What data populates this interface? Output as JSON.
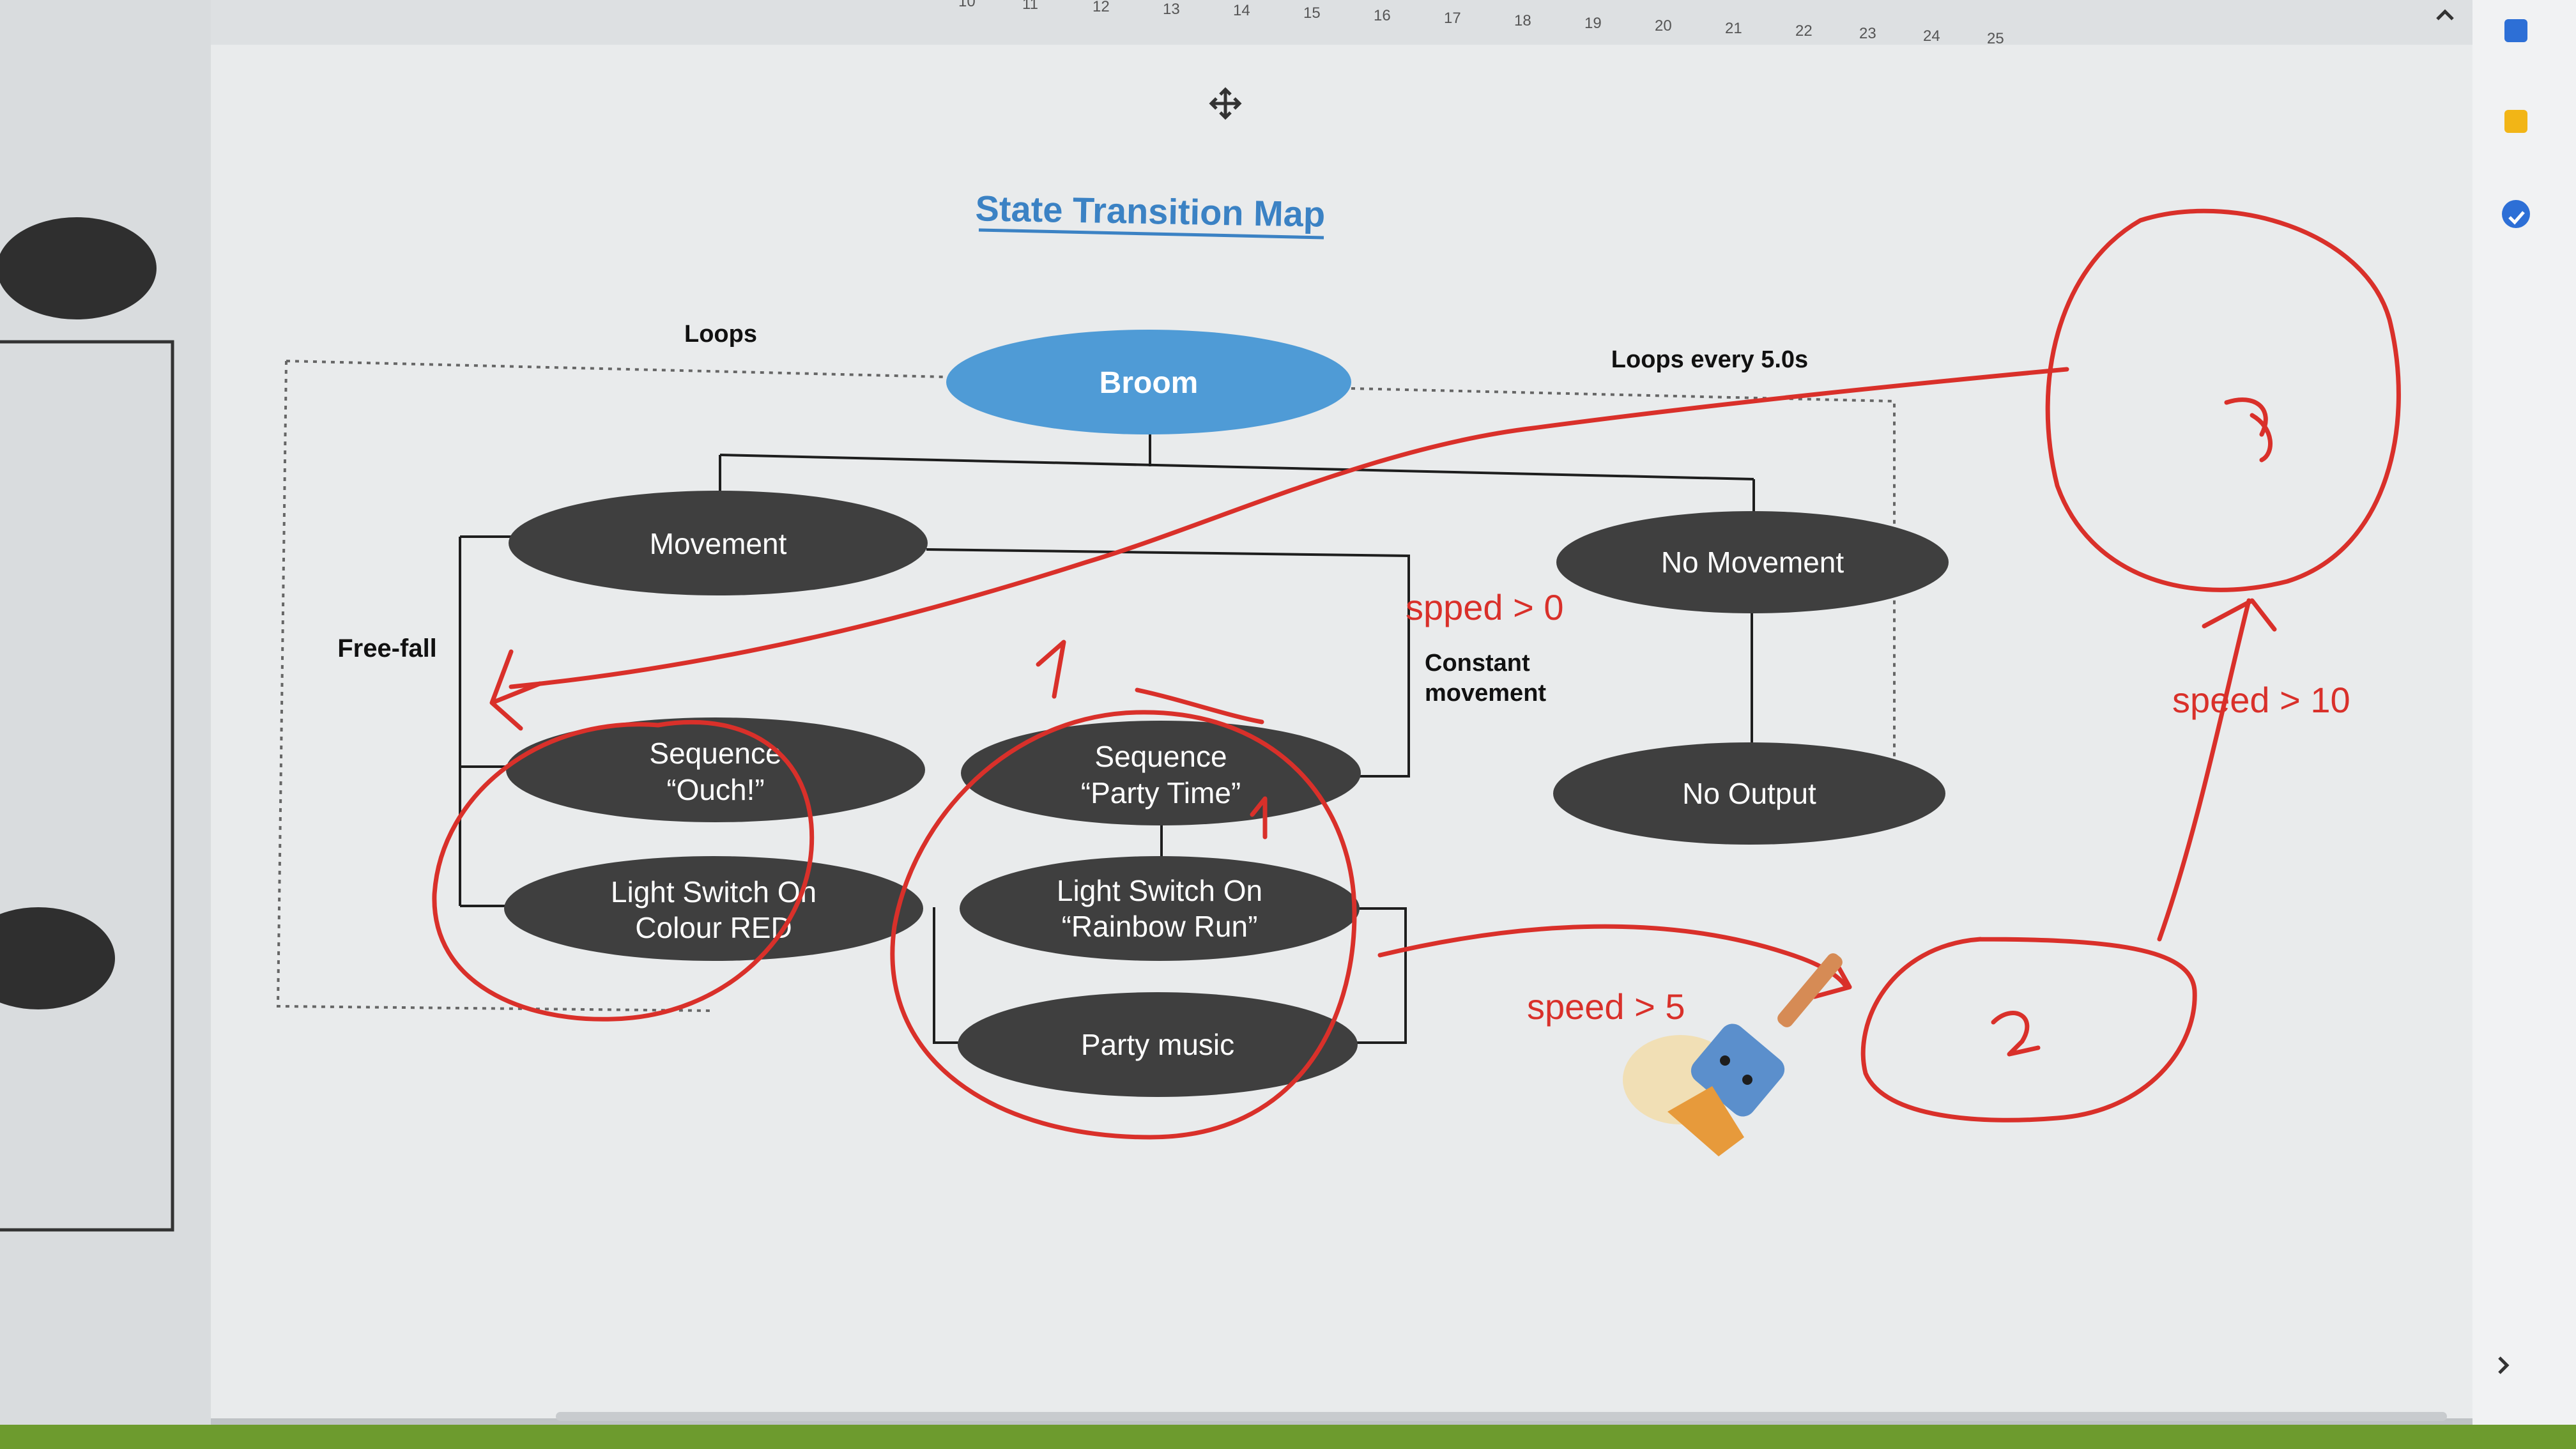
{
  "diagram": {
    "title": "State Transition Map",
    "nodes": {
      "root": "Broom",
      "movement": "Movement",
      "no_movement": "No Movement",
      "seq_ouch_line1": "Sequence",
      "seq_ouch_line2": "“Ouch!”",
      "light_red_line1": "Light Switch On",
      "light_red_line2": "Colour RED",
      "seq_party_line1": "Sequence",
      "seq_party_line2": "“Party Time”",
      "light_rainbow_line1": "Light Switch On",
      "light_rainbow_line2": "“Rainbow Run”",
      "party_music": "Party music",
      "no_output": "No Output"
    },
    "labels": {
      "loops": "Loops",
      "loops_every": "Loops every 5.0s",
      "free_fall": "Free-fall",
      "constant_line1": "Constant",
      "constant_line2": "movement"
    }
  },
  "annotations": {
    "speed_gt_0": "spped > 0",
    "speed_gt_5": "speed > 5",
    "speed_gt_10": "speed > 10",
    "state_1": "1",
    "state_2": "2",
    "state_3": "3"
  },
  "ruler": {
    "ticks": [
      "10",
      "11",
      "12",
      "13",
      "14",
      "15",
      "16",
      "17",
      "18",
      "19",
      "20",
      "21",
      "22",
      "23",
      "24",
      "25"
    ]
  },
  "colors": {
    "root_node": "#4f9bd6",
    "dark_node": "#3f3f3f",
    "ink": "#d9302a",
    "title": "#3b82c4"
  },
  "icons": [
    "move-cursor-icon",
    "calendar-icon",
    "keep-notes-icon",
    "tasks-icon",
    "collapse-icon",
    "expand-icon",
    "broom-sticker-icon"
  ]
}
